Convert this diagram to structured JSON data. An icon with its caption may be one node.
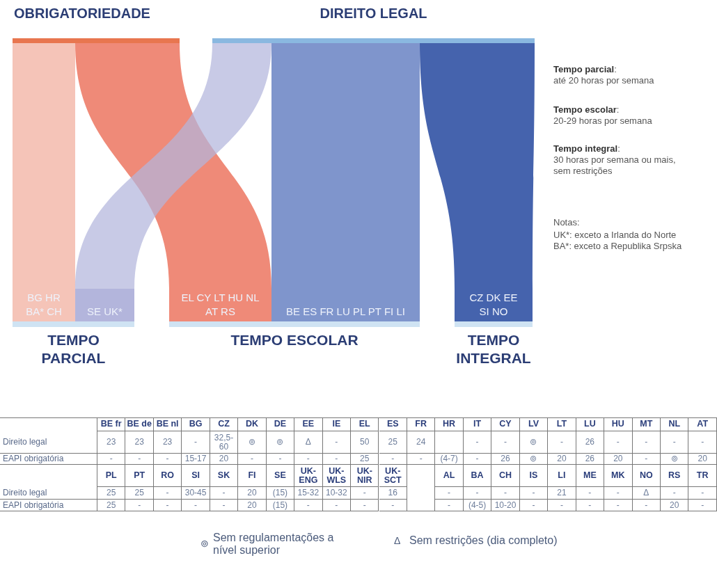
{
  "diagram": {
    "nodes": [
      {
        "text": [
          "OBRIGATORIEDADE"
        ]
      },
      {
        "text": [
          "DIREITO LEGAL"
        ]
      },
      {
        "text": [
          "BG HR BA* CH"
        ]
      },
      {
        "text": [
          "SE UK*"
        ]
      },
      {
        "text": [
          "EL CY LT HU NL AT RS"
        ]
      },
      {
        "text": [
          "BE ES FR LU PL PT FI LI"
        ]
      },
      {
        "text": [
          "CZ DK EE SI NO"
        ]
      },
      {
        "text": [
          "TEMPO PARCIAL"
        ]
      },
      {
        "text": [
          "TEMPO ESCOLAR"
        ]
      },
      {
        "text": [
          "TEMPO INTEGRAL"
        ]
      }
    ],
    "edges": [
      {
        "from": 0,
        "to": 2,
        "arrow": "none",
        "color": "#f5c4b8"
      },
      {
        "from": 0,
        "to": 4,
        "arrow": "none",
        "color": "#ef8a78"
      },
      {
        "from": 1,
        "to": 3,
        "arrow": "none",
        "color": "#b3b5dc"
      },
      {
        "from": 1,
        "to": 5,
        "arrow": "none",
        "color": "#7f95cc"
      },
      {
        "from": 1,
        "to": 6,
        "arrow": "none",
        "color": "#4563ad"
      }
    ],
    "labels": [
      "**Tempo parcial**: até 20 horas por semana",
      "**Tempo escolar**: 20-29 horas por semana",
      "**Tempo integral**: 30 horas por semana ou mais, sem restrições",
      "Notas:",
      "UK*: exceto a Irlanda do Norte",
      "BA*: exceto a Republika Srpska",
      "BE fr",
      "BE de",
      "BE nl",
      "BG",
      "CZ",
      "DK",
      "DE",
      "EE",
      "IE",
      "EL",
      "ES",
      "FR",
      "HR",
      "IT",
      "CY",
      "LV",
      "LT",
      "LU",
      "HU",
      "MT",
      "NL",
      "AT",
      "Direito legal",
      "23",
      "23",
      "23",
      "-",
      "32,5-60",
      "⊚",
      "⊚",
      "Δ",
      "-",
      "50",
      "25",
      "24",
      "-",
      "-",
      "⊚",
      "-",
      "26",
      "-",
      "-",
      "-",
      "-",
      "EAPI obrigatória",
      "-",
      "-",
      "-",
      "15-17",
      "20",
      "-",
      "-",
      "-",
      "-",
      "25",
      "-",
      "-",
      "(4-7)",
      "-",
      "26",
      "⊚",
      "20",
      "26",
      "20",
      "-",
      "⊚",
      "20",
      "PL",
      "PT",
      "RO",
      "SI",
      "SK",
      "FI",
      "SE",
      "UK-ENG",
      "UK-WLS",
      "UK-NIR",
      "UK-SCT",
      "AL",
      "BA",
      "CH",
      "IS",
      "LI",
      "ME",
      "MK",
      "NO",
      "RS",
      "TR",
      "Direito legal",
      "25",
      "25",
      "-",
      "30-45",
      "-",
      "20",
      "(15)",
      "15-32",
      "10-32",
      "-",
      "16",
      "-",
      "-",
      "-",
      "-",
      "21",
      "-",
      "-",
      "Δ",
      "-",
      "-",
      "EAPI obrigatória",
      "25",
      "-",
      "-",
      "-",
      "-",
      "20",
      "(15)",
      "-",
      "-",
      "-",
      "-",
      "-",
      "(4-5)",
      "10-20",
      "-",
      "-",
      "-",
      "-",
      "-",
      "20",
      "-",
      "⊚",
      "Sem regulamentações a nível superior",
      "Δ",
      "Sem restrições (dia completo)"
    ]
  }
}
